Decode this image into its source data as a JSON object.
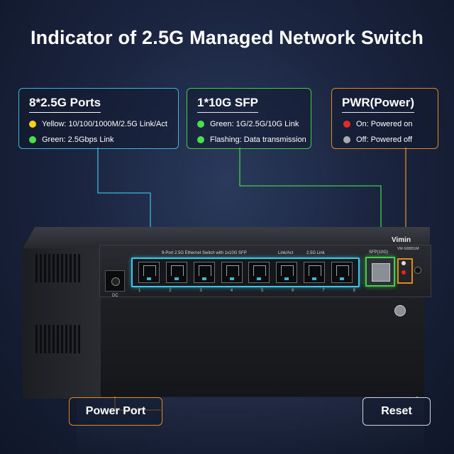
{
  "title": "Indicator of 2.5G Managed Network Switch",
  "boxes": {
    "ports": {
      "heading": "8*2.5G Ports",
      "items": [
        {
          "dot_color": "#f5d31c",
          "text": "Yellow: 10/100/1000M/2.5G Link/Act"
        },
        {
          "dot_color": "#4be04b",
          "text": "Green: 2.5Gbps Link"
        }
      ]
    },
    "sfp": {
      "heading": "1*10G SFP",
      "items": [
        {
          "dot_color": "#4be04b",
          "text": "Green: 1G/2.5G/10G Link"
        },
        {
          "dot_color": "#4be04b",
          "text": "Flashing: Data transmission"
        }
      ]
    },
    "pwr": {
      "heading": "PWR(Power)",
      "items": [
        {
          "dot_color": "#e62b20",
          "text": "On: Powered on"
        },
        {
          "dot_color": "#a8acb2",
          "text": "Off: Powered off"
        }
      ]
    }
  },
  "callouts": {
    "power_port": "Power Port",
    "reset": "Reset"
  },
  "device": {
    "brand": "Vimin",
    "model": "VM-S08801M",
    "front_label": "9-Port 2.5G Ethernet Switch with 1x10G SFP",
    "led_link_act": "Link/Act",
    "led_25g": "2.5G Link",
    "sfp_label": "SFP(10G)",
    "dc_label": "DC",
    "port_numbers": [
      "1",
      "2",
      "3",
      "4",
      "5",
      "6",
      "7",
      "8"
    ]
  },
  "colors": {
    "ports_border": "#3fb6d6",
    "sfp_border": "#3fcf4a",
    "pwr_border": "#e08a1c"
  }
}
